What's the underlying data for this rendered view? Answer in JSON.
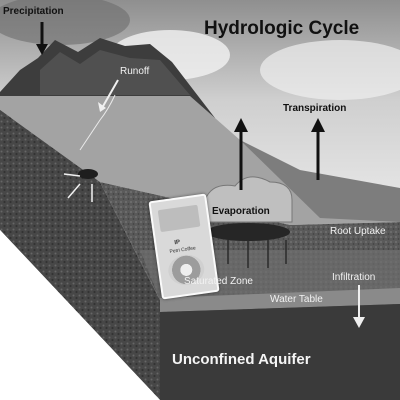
{
  "title": "Hydrologic Cycle",
  "labels": {
    "precipitation": "Precipitation",
    "runoff": "Runoff",
    "transpiration": "Transpiration",
    "evaporation": "Evaporation",
    "root_uptake": "Root Uptake",
    "infiltration": "Infiltration",
    "saturated_zone": "Saturated Zone",
    "water_table": "Water Table",
    "unconfined_aquifer": "Unconfined Aquifer"
  }
}
